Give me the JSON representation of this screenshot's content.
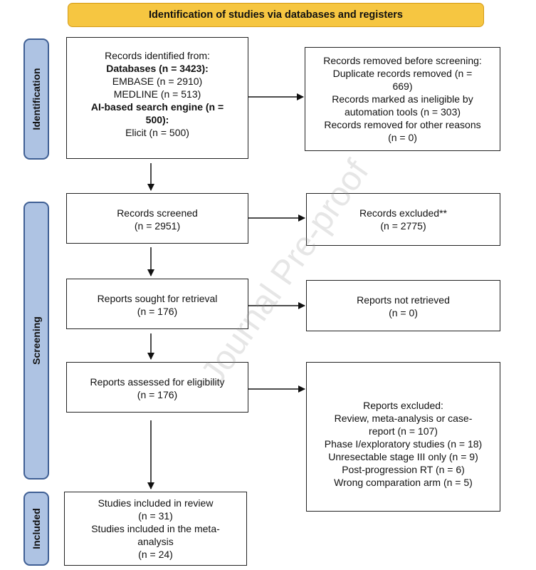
{
  "header": {
    "title": "Identification of studies via databases and registers"
  },
  "phases": {
    "identification": "Identification",
    "screening": "Screening",
    "included": "Included"
  },
  "identification": {
    "records": {
      "l1": "Records identified from:",
      "l2": "Databases (n = 3423):",
      "l3": "EMBASE (n = 2910)",
      "l4": "MEDLINE (n = 513)",
      "l5": "AI-based search engine (n =",
      "l6": "500):",
      "l7": "Elicit (n = 500)"
    },
    "removed": {
      "l1": "Records removed before screening:",
      "l2": "Duplicate records removed (n =",
      "l3": "669)",
      "l4": "Records marked as ineligible by",
      "l5": "automation tools (n = 303)",
      "l6": "Records removed for other reasons",
      "l7": "(n = 0)"
    }
  },
  "screening": {
    "screened": {
      "l1": "Records screened",
      "l2": "(n = 2951)"
    },
    "excluded": {
      "l1": "Records excluded**",
      "l2": "(n = 2775)"
    },
    "sought": {
      "l1": "Reports sought for retrieval",
      "l2": "(n = 176)"
    },
    "not_retrieved": {
      "l1": "Reports not retrieved",
      "l2": "(n = 0)"
    },
    "assessed": {
      "l1": "Reports assessed for eligibility",
      "l2": "(n = 176)"
    },
    "reports_excluded": {
      "l1": "Reports excluded:",
      "l2": "Review, meta-analysis or case-",
      "l3": "report (n = 107)",
      "l4": "Phase I/exploratory studies (n = 18)",
      "l5": "Unresectable stage III only (n = 9)",
      "l6": "Post-progression RT (n = 6)",
      "l7": "Wrong comparation arm (n = 5)"
    }
  },
  "included": {
    "l1": "Studies included in review",
    "l2": "(n = 31)",
    "l3": "Studies included in the meta-",
    "l4": "analysis",
    "l5": "(n = 24)"
  },
  "watermark": "Journal Pre-proof",
  "colors": {
    "banner": "#f6c641",
    "banner_border": "#d49a16",
    "phase_fill": "#aec3e3",
    "phase_border": "#3f5f94"
  }
}
